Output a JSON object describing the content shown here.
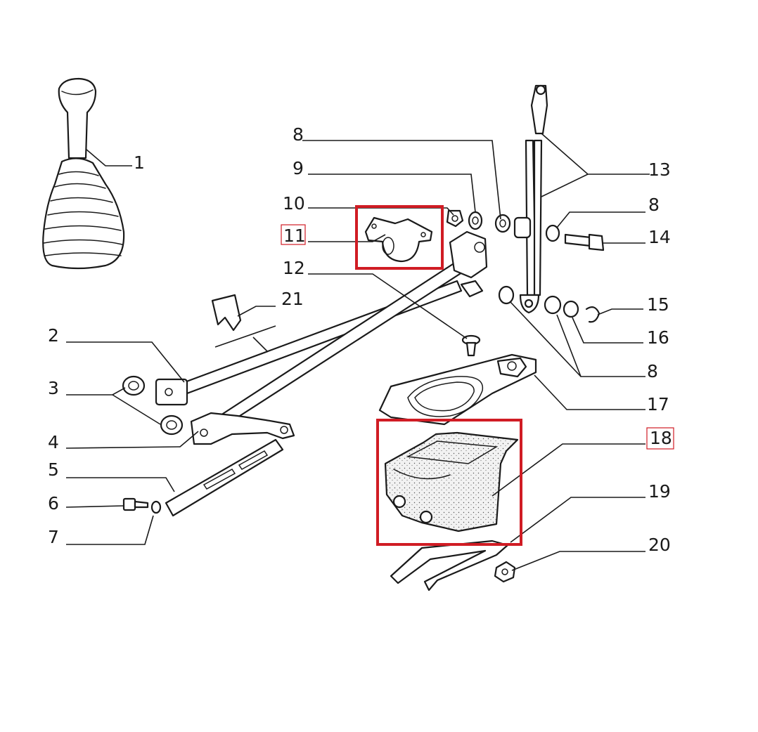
{
  "diagram": {
    "highlight_color": "#d01c24",
    "highlighted_parts": [
      "11",
      "18"
    ],
    "part_numbers": [
      "1",
      "2",
      "3",
      "4",
      "5",
      "6",
      "7",
      "8",
      "9",
      "10",
      "11",
      "12",
      "13",
      "14",
      "15",
      "16",
      "17",
      "18",
      "19",
      "20",
      "21"
    ],
    "label_8_repeat": "8"
  }
}
